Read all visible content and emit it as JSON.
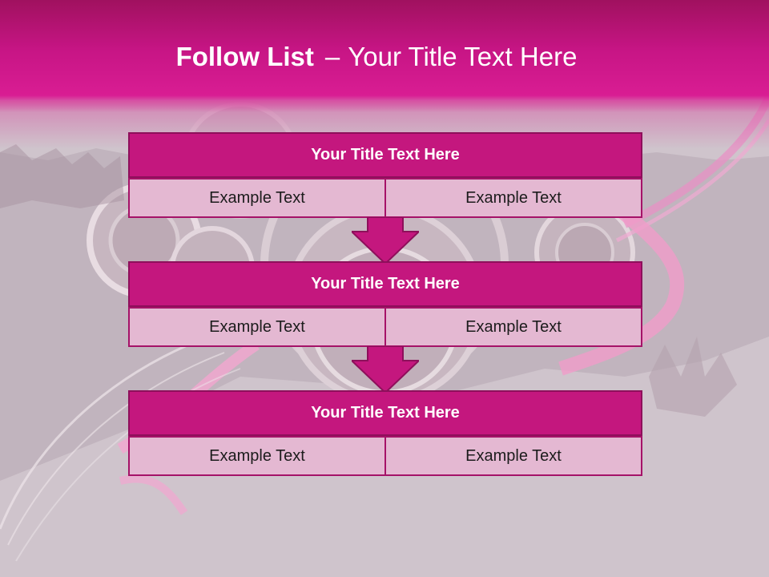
{
  "slide": {
    "title_bold": "Follow List",
    "title_dash": "–",
    "title_rest": "Your Title Text Here"
  },
  "blocks": [
    {
      "title": "Your Title Text Here",
      "left": "Example Text",
      "right": "Example Text"
    },
    {
      "title": "Your Title Text Here",
      "left": "Example Text",
      "right": "Example Text"
    },
    {
      "title": "Your Title Text Here",
      "left": "Example Text",
      "right": "Example Text"
    }
  ],
  "colors": {
    "header": "#c71585",
    "block_title": "#c4177e",
    "cell": "#e4b8d2",
    "background": "#cfc4cc"
  }
}
